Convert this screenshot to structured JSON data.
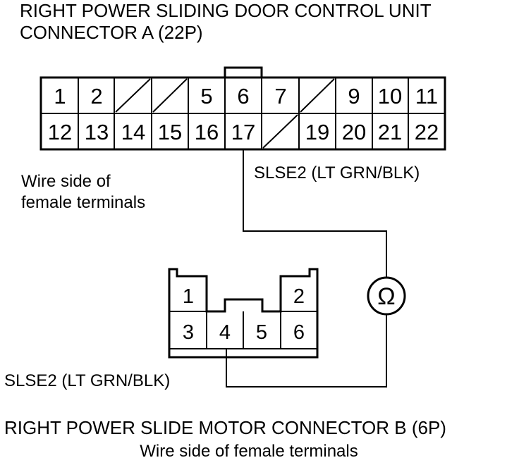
{
  "connector_a": {
    "title_line1": "RIGHT POWER SLIDING DOOR CONTROL UNIT",
    "title_line2": "CONNECTOR A (22P)",
    "view_line1": "Wire side of",
    "view_line2": "female terminals",
    "wire_label": "SLSE2 (LT GRN/BLK)",
    "terminals": {
      "t1": "1",
      "t2": "2",
      "t5": "5",
      "t6": "6",
      "t7": "7",
      "t9": "9",
      "t10": "10",
      "t11": "11",
      "t12": "12",
      "t13": "13",
      "t14": "14",
      "t15": "15",
      "t16": "16",
      "t17": "17",
      "t19": "19",
      "t20": "20",
      "t21": "21",
      "t22": "22"
    }
  },
  "connector_b": {
    "title": "RIGHT POWER SLIDE MOTOR CONNECTOR B (6P)",
    "view": "Wire side of female terminals",
    "wire_label": "SLSE2 (LT GRN/BLK)",
    "terminals": {
      "t1": "1",
      "t2": "2",
      "t3": "3",
      "t4": "4",
      "t5": "5",
      "t6": "6"
    }
  },
  "meter": {
    "symbol": "Ω",
    "icon": "ohmmeter-icon"
  }
}
